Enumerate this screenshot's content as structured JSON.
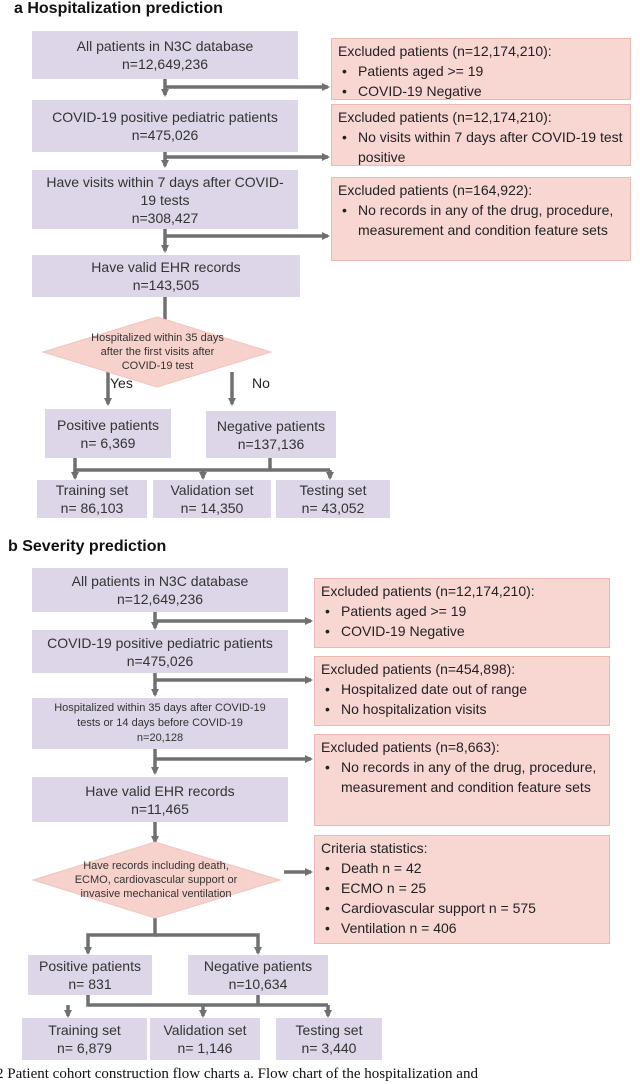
{
  "hospitalization": {
    "title": "a Hospitalization prediction",
    "boxes": [
      {
        "line1": "All patients in N3C database",
        "line2": "n=12,649,236"
      },
      {
        "line1": "COVID-19 positive pediatric patients",
        "line2": "n=475,026"
      },
      {
        "line1": "Have visits within 7 days after COVID-",
        "line2": "19 tests",
        "line3": "n=308,427"
      },
      {
        "line1": "Have valid EHR records",
        "line2": "n=143,505"
      }
    ],
    "excluded": [
      {
        "title": "Excluded patients (n=12,174,210):",
        "items": [
          "Patients aged >= 19",
          "COVID-19 Negative"
        ]
      },
      {
        "title": "Excluded patients (n=12,174,210):",
        "items": [
          "No visits within 7 days after COVID-19 test positive"
        ]
      },
      {
        "title": "Excluded patients (n=164,922):",
        "items": [
          "No records in any of the drug, procedure, measurement and condition feature sets"
        ]
      }
    ],
    "decision": {
      "line1": "Hospitalized within 35 days",
      "line2": "after the first visits after",
      "line3": "COVID-19 test",
      "yes": "Yes",
      "no": "No"
    },
    "positive": {
      "line1": "Positive patients",
      "line2": "n= 6,369"
    },
    "negative": {
      "line1": "Negative patients",
      "line2": "n=137,136"
    },
    "splits": [
      {
        "line1": "Training set",
        "line2": "n= 86,103"
      },
      {
        "line1": "Validation set",
        "line2": "n= 14,350"
      },
      {
        "line1": "Testing set",
        "line2": "n= 43,052"
      }
    ]
  },
  "severity": {
    "title": "b Severity prediction",
    "boxes": [
      {
        "line1": "All patients in N3C database",
        "line2": "n=12,649,236"
      },
      {
        "line1": "COVID-19 positive pediatric patients",
        "line2": "n=475,026"
      },
      {
        "line1": "Hospitalized within 35 days after COVID-19",
        "line2": "tests or 14 days before COVID-19",
        "line3": "n=20,128"
      },
      {
        "line1": "Have valid EHR records",
        "line2": "n=11,465"
      }
    ],
    "excluded": [
      {
        "title": "Excluded patients (n=12,174,210):",
        "items": [
          "Patients aged >= 19",
          "COVID-19 Negative"
        ]
      },
      {
        "title": "Excluded patients (n=454,898):",
        "items": [
          "Hospitalized date out of range",
          "No hospitalization visits"
        ]
      },
      {
        "title": "Excluded patients (n=8,663):",
        "items": [
          "No records in any of the drug, procedure, measurement and condition feature sets"
        ]
      }
    ],
    "criteria": {
      "title": "Criteria statistics:",
      "items": [
        "Death n = 42",
        "ECMO n = 25",
        "Cardiovascular support n = 575",
        "Ventilation n =  406"
      ]
    },
    "decision": {
      "line1": "Have records including death,",
      "line2": "ECMO, cardiovascular support or",
      "line3": "invasive mechanical ventilation"
    },
    "positive": {
      "line1": "Positive patients",
      "line2": "n= 831"
    },
    "negative": {
      "line1": "Negative patients",
      "line2": "n=10,634"
    },
    "splits": [
      {
        "line1": "Training set",
        "line2": "n= 6,879"
      },
      {
        "line1": "Validation set",
        "line2": "n= 1,146"
      },
      {
        "line1": "Testing set",
        "line2": "n= 3,440"
      }
    ]
  },
  "caption": "2 Patient cohort construction flow charts a. Flow chart of the hospitalization and",
  "colors": {
    "box": "#ddd6e8",
    "excluded": "#f8d7d3",
    "diamond": "#f7d2cc",
    "arrow": "#707070"
  }
}
